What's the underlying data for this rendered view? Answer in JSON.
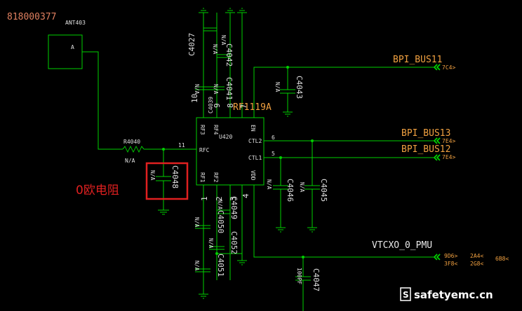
{
  "top_label": "818000377",
  "antenna": {
    "ref": "ANT403",
    "pin": "A"
  },
  "ic": {
    "ref": "U420",
    "value": "RF1119A",
    "pins": {
      "p1": "1",
      "p2": "2",
      "p3": "3",
      "p4": "4",
      "p5": "5",
      "p6": "6",
      "p7": "7",
      "p8": "8",
      "p9": "9",
      "p10": "10",
      "p11": "11"
    },
    "pin_labels": {
      "rf3": "RF3",
      "rf4": "RF4",
      "en": "EN",
      "ctl2": "CTL2",
      "ctl1": "CTL1",
      "vdd": "VDD",
      "rf1": "RF1",
      "rf2": "RF2",
      "rfc": "RFC"
    }
  },
  "resistor": {
    "ref": "R4040",
    "value": "N/A"
  },
  "caps": {
    "c4027": {
      "ref": "C4027",
      "value": "N/A"
    },
    "c4042": {
      "ref": "C4042",
      "value": "N/A"
    },
    "c4039": {
      "ref": "C4039",
      "value": "N/A"
    },
    "c4041": {
      "ref": "C4041",
      "value": "N/A"
    },
    "c4043": {
      "ref": "C4043",
      "value": "N/A"
    },
    "c4048": {
      "ref": "C4048",
      "value": "N/A"
    },
    "c4046": {
      "ref": "C4046",
      "value": "N/A"
    },
    "c4045": {
      "ref": "C4045",
      "value": "N/A"
    },
    "c4049": {
      "ref": "C4049",
      "value": "N/A"
    },
    "c4050": {
      "ref": "C4050",
      "value": "N/A"
    },
    "c4052": {
      "ref": "C4052",
      "value": "N/A"
    },
    "c4051": {
      "ref": "C4051",
      "value": "N/A"
    },
    "c4047": {
      "ref": "C4047",
      "value": "100PF"
    }
  },
  "nets": {
    "bpi11": {
      "name": "BPI_BUS11",
      "ref": "7C4>"
    },
    "bpi13": {
      "name": "BPI_BUS13",
      "ref": "7E4>"
    },
    "bpi12": {
      "name": "BPI_BUS12",
      "ref": "7E4>"
    },
    "vtcxo": {
      "name": "VTCXO_0_PMU",
      "refs": [
        "9D6>",
        "2A4<",
        "6B8<",
        "3F8<",
        "2G8<"
      ]
    }
  },
  "annotation": "0欧电阻",
  "watermark": "safetyemc.cn",
  "colors": {
    "wire": "#00d000",
    "orange": "#f0a040",
    "highlight": "#e02020",
    "text": "#e0e0e0"
  }
}
